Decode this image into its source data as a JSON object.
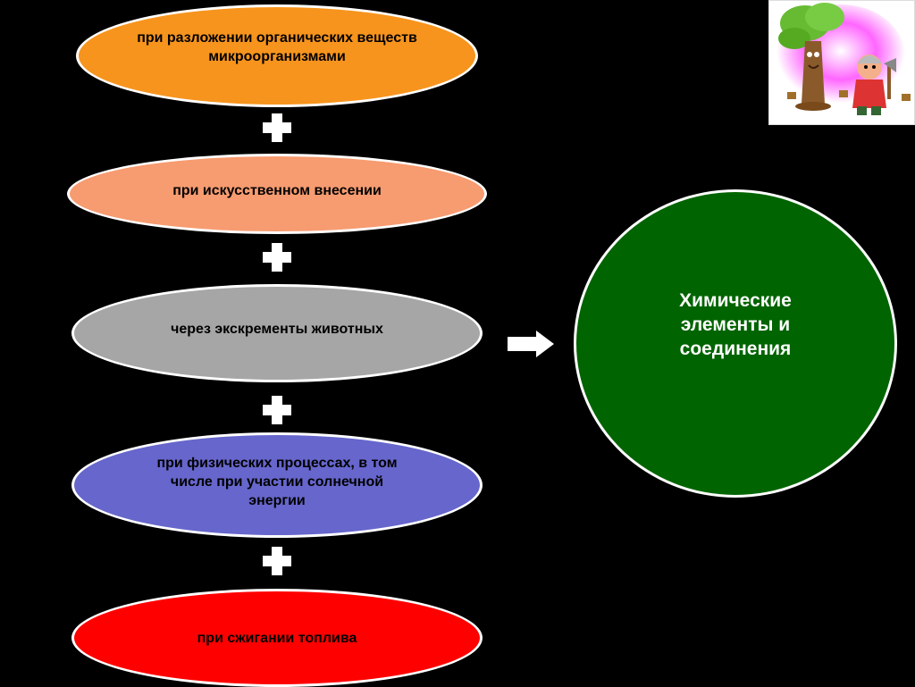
{
  "sources": [
    {
      "label": "при разложении органических веществ микроорганизмами",
      "color": "#f7941d"
    },
    {
      "label": "при искусственном внесении",
      "color": "#f79b70"
    },
    {
      "label": "через экскременты животных",
      "color": "#a6a6a6"
    },
    {
      "label": "при физических процессах, в том числе при участии солнечной энергии",
      "color": "#6666cc"
    },
    {
      "label": "при сжигании топлива",
      "color": "#ff0000"
    }
  ],
  "result": {
    "label": "Химические элементы и соединения",
    "color": "#006400"
  },
  "icons": {
    "connector": "plus-icon",
    "pointer": "right-arrow-icon",
    "illustration": "cartoon-tree-and-man"
  }
}
